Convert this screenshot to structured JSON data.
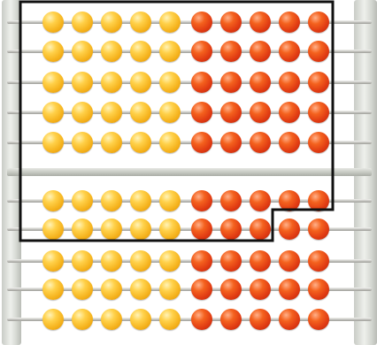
{
  "abacus": {
    "rows": 10,
    "beads_per_row": 10,
    "bead_colors": [
      "yellow",
      "yellow",
      "yellow",
      "yellow",
      "yellow",
      "red",
      "red",
      "red",
      "red",
      "red"
    ],
    "color_hex": {
      "yellow": "#f5b21c",
      "red": "#e03a12",
      "outline": "#111111"
    },
    "rows_enclosed_by_outline": 7,
    "beads_enclosed_in_last_outlined_row": 8,
    "total_beads_enclosed": 68
  }
}
